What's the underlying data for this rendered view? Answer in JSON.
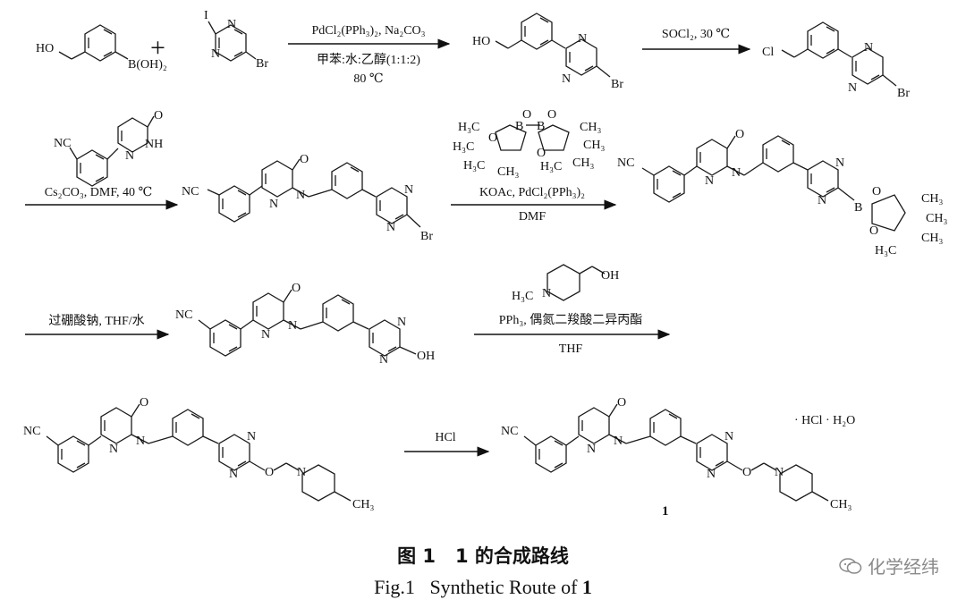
{
  "caption": {
    "zh_prefix": "图 1",
    "zh_num": "1",
    "zh_text": "的合成路线",
    "en_prefix": "Fig.1",
    "en_text": "Synthetic Route of",
    "en_num": "1"
  },
  "watermark": {
    "text": "化学经纬",
    "icon": "wechat-icon"
  },
  "steps": [
    {
      "above": [
        "PdCl₂(PPh₃)₂, Na₂CO₃"
      ],
      "below": [
        "甲苯:水:乙醇(1:1:2)",
        "80 ℃"
      ]
    },
    {
      "above": [
        "SOCl₂, 30 ℃"
      ],
      "below": []
    },
    {
      "above": [],
      "below": [
        "Cs₂CO₃, DMF, 40 ℃"
      ]
    },
    {
      "above": [],
      "below": [
        "KOAc, PdCl₂(PPh₃)₂",
        "DMF"
      ]
    },
    {
      "above": [],
      "below": [
        "过硼酸钠, THF/水"
      ]
    },
    {
      "above": [
        "PPh₃, 偶氮二羧酸二异丙酯"
      ],
      "below": [
        "THF"
      ]
    },
    {
      "above": [
        "HCl"
      ],
      "below": []
    }
  ],
  "salt_label": "· HCl · H₂O",
  "compound_number": "1",
  "atoms": {
    "HO": "HO",
    "OH": "OH",
    "B_OH2": "B(OH)₂",
    "I": "I",
    "N": "N",
    "Br": "Br",
    "Cl": "Cl",
    "NC": "NC",
    "O": "O",
    "NH": "NH",
    "B": "B",
    "H3C": "H₃C",
    "CH3": "CH₃",
    "plus": "+"
  }
}
